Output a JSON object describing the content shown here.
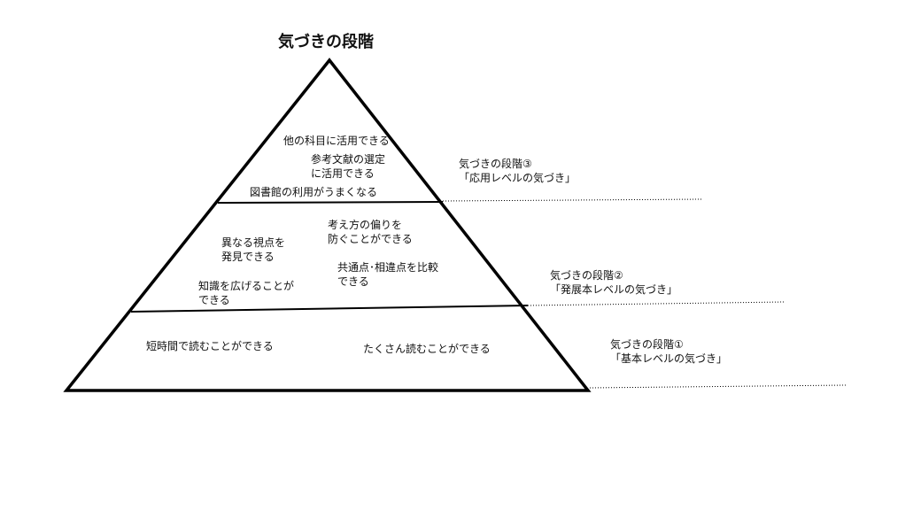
{
  "title": "気づきの段階",
  "levels": [
    {
      "label": "気づきの段階③",
      "sub": "「応用レベルの気づき」",
      "items": [
        "他の科目に活用できる",
        "参考文献の選定\nに活用できる",
        "図書館の利用がうまくなる"
      ]
    },
    {
      "label": "気づきの段階②",
      "sub": "「発展本レベルの気づき」",
      "items": [
        "考え方の偏りを\n防ぐことができる",
        "異なる視点を\n発見できる",
        "共通点･相違点を比較\nできる",
        "知識を広げることが\nできる"
      ]
    },
    {
      "label": "気づきの段階①",
      "sub": "「基本レベルの気づき」",
      "items": [
        "短時間で読むことができる",
        "たくさん読むことができる"
      ]
    }
  ]
}
